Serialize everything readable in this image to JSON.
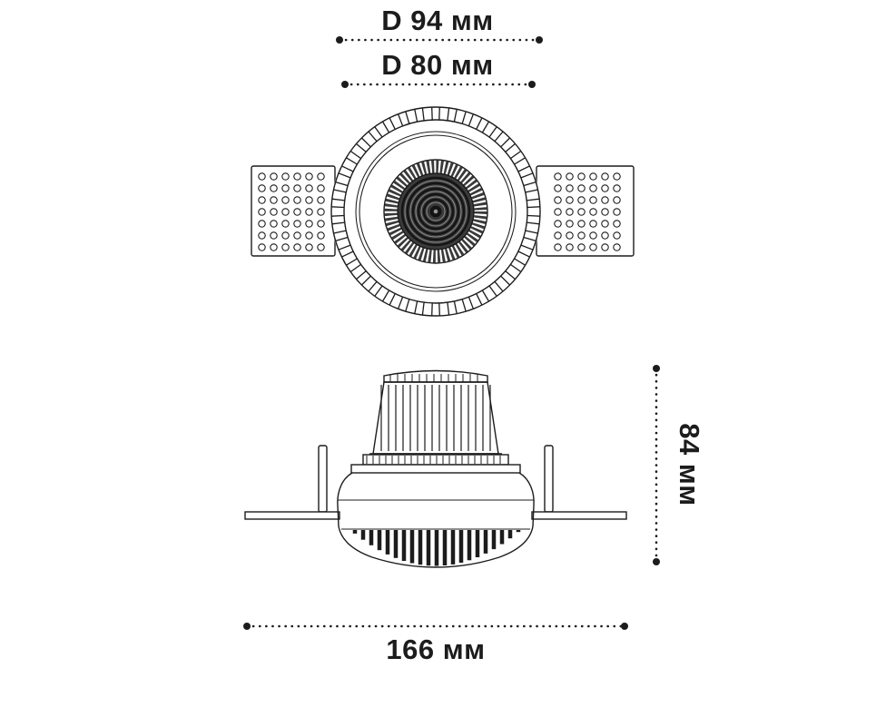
{
  "drawing": {
    "dim_outer_diameter": "D 94 мм",
    "dim_inner_diameter": "D 80 мм",
    "dim_height": "84 мм",
    "dim_width": "166 мм"
  },
  "colors": {
    "line": "#1c1c1c",
    "dark_fill": "#3a3a3a",
    "background": "#ffffff"
  }
}
